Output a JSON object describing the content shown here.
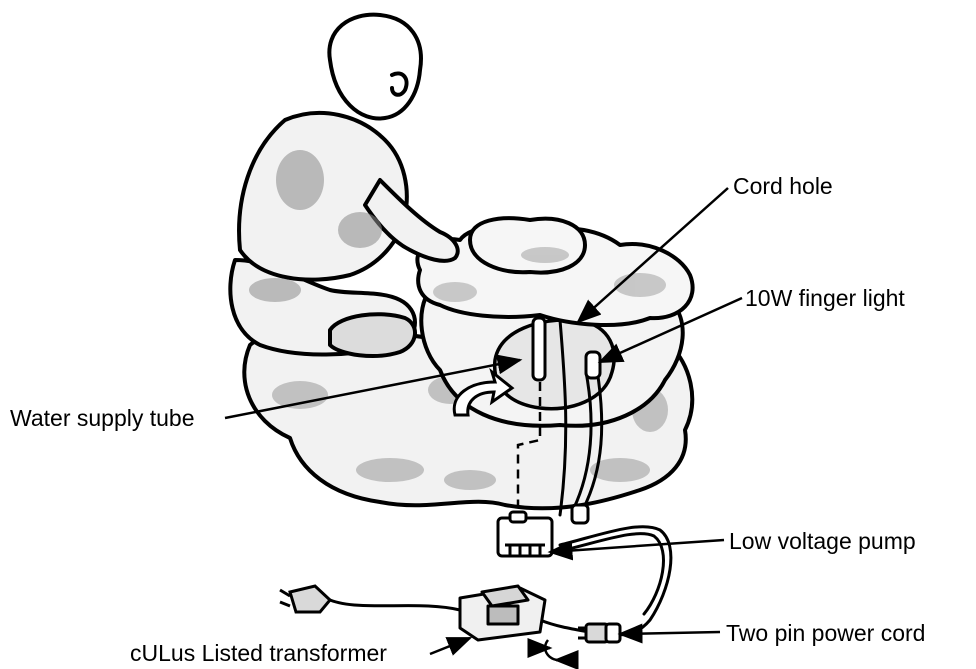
{
  "labels": {
    "cord_hole": "Cord hole",
    "finger_light": "10W finger light",
    "water_supply_tube": "Water supply tube",
    "low_voltage_pump": "Low voltage pump",
    "two_pin_power_cord": "Two pin power cord",
    "transformer": "cULus Listed transformer"
  },
  "colors": {
    "ink": "#000000",
    "shade": "#8a8a8a",
    "light_shade": "#c9c9c9",
    "background": "#ffffff"
  }
}
